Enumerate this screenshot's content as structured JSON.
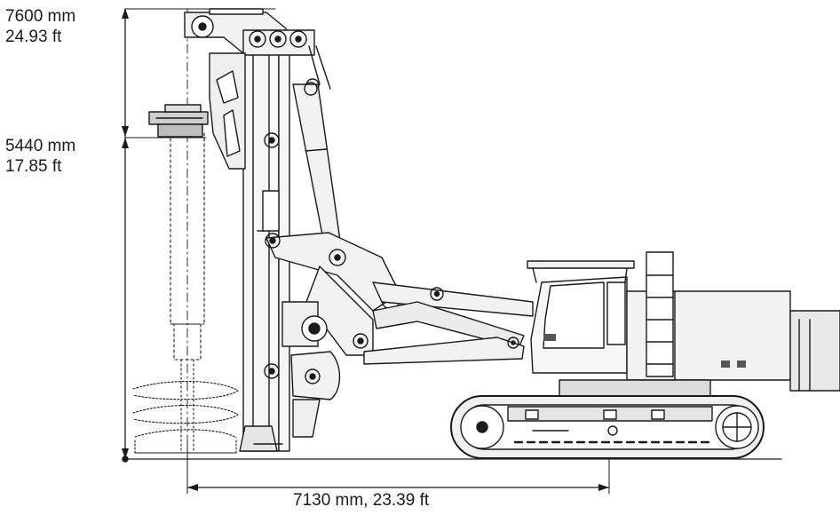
{
  "dimensions": {
    "top_height": {
      "metric": "7600 mm",
      "imperial": "24.93 ft"
    },
    "rotary_height": {
      "metric": "5440 mm",
      "imperial": "17.85 ft"
    },
    "working_radius": {
      "label": "7130 mm, 23.39 ft"
    }
  },
  "colors": {
    "line": "#1a1a1a",
    "fill": "#f2f2f2",
    "dark": "#555555"
  }
}
